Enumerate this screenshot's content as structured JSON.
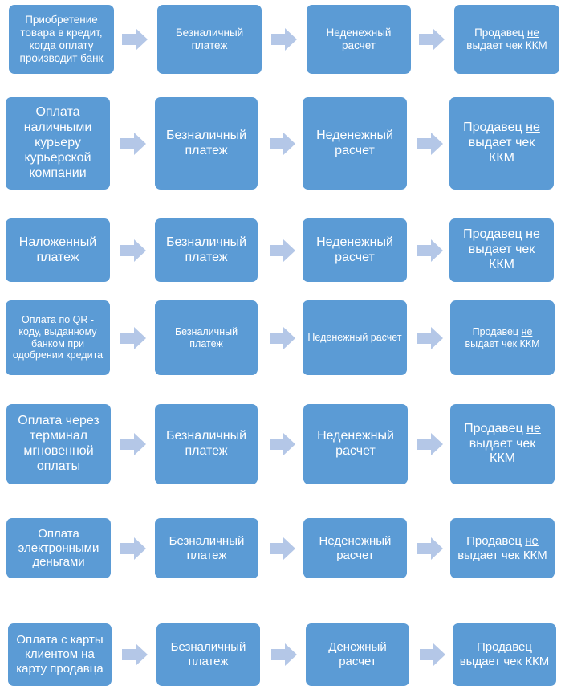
{
  "colors": {
    "box_fill": "#5b9bd5",
    "box_text": "#ffffff",
    "arrow_fill": "#b4c7e7"
  },
  "rows": [
    {
      "cells": [
        {
          "text": "Приобретение товара в кредит, когда оплату производит банк"
        },
        {
          "text": "Безналичный платеж"
        },
        {
          "text": "Неденежный расчет"
        },
        {
          "pre": "Продавец ",
          "u": "не",
          "post": " выдает чек ККМ"
        }
      ]
    },
    {
      "cells": [
        {
          "text": "Оплата наличными курьеру курьерской компании"
        },
        {
          "text": "Безналичный платеж"
        },
        {
          "text": "Неденежный расчет"
        },
        {
          "pre": "Продавец ",
          "u": "не",
          "post": " выдает чек ККМ"
        }
      ]
    },
    {
      "cells": [
        {
          "text": "Наложенный платеж"
        },
        {
          "text": "Безналичный платеж"
        },
        {
          "text": "Неденежный расчет"
        },
        {
          "pre": "Продавец ",
          "u": "не",
          "post": " выдает чек ККМ"
        }
      ]
    },
    {
      "cells": [
        {
          "text": "Оплата по QR - коду, выданному банком при одобрении кредита"
        },
        {
          "text": "Безналичный платеж"
        },
        {
          "text": "Неденежный расчет"
        },
        {
          "pre": "Продавец ",
          "u": "не",
          "post": " выдает чек ККМ"
        }
      ]
    },
    {
      "cells": [
        {
          "text": "Оплата через терминал мгновенной оплаты"
        },
        {
          "text": "Безналичный платеж"
        },
        {
          "text": "Неденежный расчет"
        },
        {
          "pre": "Продавец ",
          "u": "не",
          "post": " выдает чек ККМ"
        }
      ]
    },
    {
      "cells": [
        {
          "text": "Оплата электронными деньгами"
        },
        {
          "text": "Безналичный платеж"
        },
        {
          "text": "Неденежный расчет"
        },
        {
          "pre": "Продавец ",
          "u": "не",
          "post": " выдает чек ККМ"
        }
      ]
    },
    {
      "cells": [
        {
          "text": "Оплата с карты клиентом на карту продавца"
        },
        {
          "text": "Безналичный платеж"
        },
        {
          "text": "Денежный расчет"
        },
        {
          "text": "Продавец выдает чек ККМ"
        }
      ]
    }
  ]
}
